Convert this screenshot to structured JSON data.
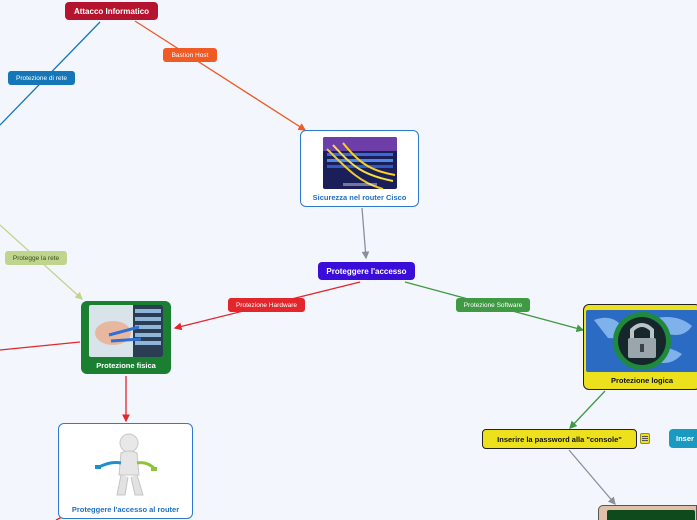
{
  "nodes": {
    "attacco": "Attacco Informatico",
    "sicurezza": "Sicurezza nel router Cisco",
    "proteggere_accesso": "Proteggere l'accesso",
    "protezione_fisica": "Protezione fisica",
    "protezione_logica": "Protezione logica",
    "proteggere_router": "Proteggere l'accesso al router",
    "password_console": "Inserire la password alla \"console\"",
    "inser_partial": "Inser"
  },
  "edge_labels": {
    "protezione_rete": "Protezione di rete",
    "bastion": "Bastion Host",
    "protegge_rete": "Protegge la rete",
    "hardware": "Protezione Hardware",
    "software": "Protezione Software"
  },
  "icons": [
    "note-icon"
  ],
  "colors": {
    "background": "#f3f6fd",
    "attacco": "#b5142f",
    "bastion": "#f05a24",
    "rete": "#1677b8",
    "protegge_rete": "#bfd58e",
    "accesso": "#3a0ed8",
    "hardware": "#e3262c",
    "software": "#3f9a43",
    "fisica": "#1b7f31",
    "logica_bg": "#ece11c",
    "card_blue": "#1f6fc4",
    "edge_gray": "#8a8f9c"
  }
}
